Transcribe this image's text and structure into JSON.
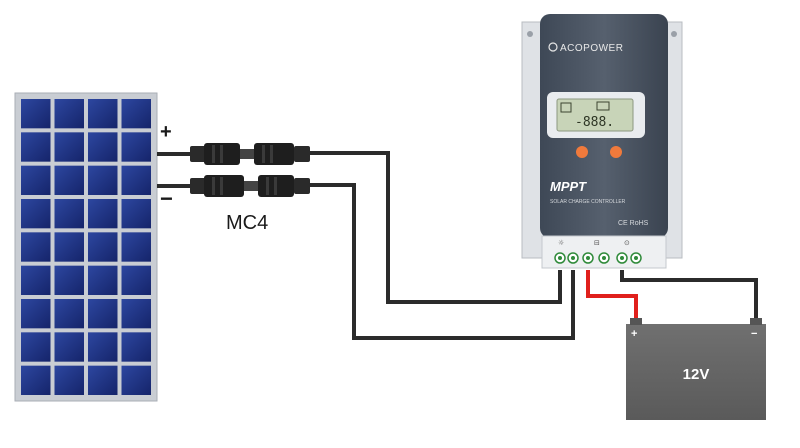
{
  "diagram": {
    "connector_label": "MC4",
    "panel_positive": "+",
    "panel_negative": "−",
    "battery": {
      "label": "12V",
      "positive": "+",
      "negative": "−"
    },
    "controller": {
      "brand": "ACOPOWER",
      "type": "MPPT",
      "subtitle": "SOLAR CHARGE CONTROLLER",
      "cert": "CE RoHS",
      "display_reading": "-888.",
      "terminals": [
        "☼",
        "⊟",
        "⊙"
      ]
    }
  },
  "colors": {
    "wire": "#2b2b2b",
    "battery_positive_wire": "#e0201c",
    "battery_body": "#666666",
    "panel_cell": "#1c2f78",
    "panel_frame": "#c9cdd3",
    "controller_body": "#4a5563",
    "controller_button": "#f07a3c",
    "display": "#c8d4b8"
  }
}
